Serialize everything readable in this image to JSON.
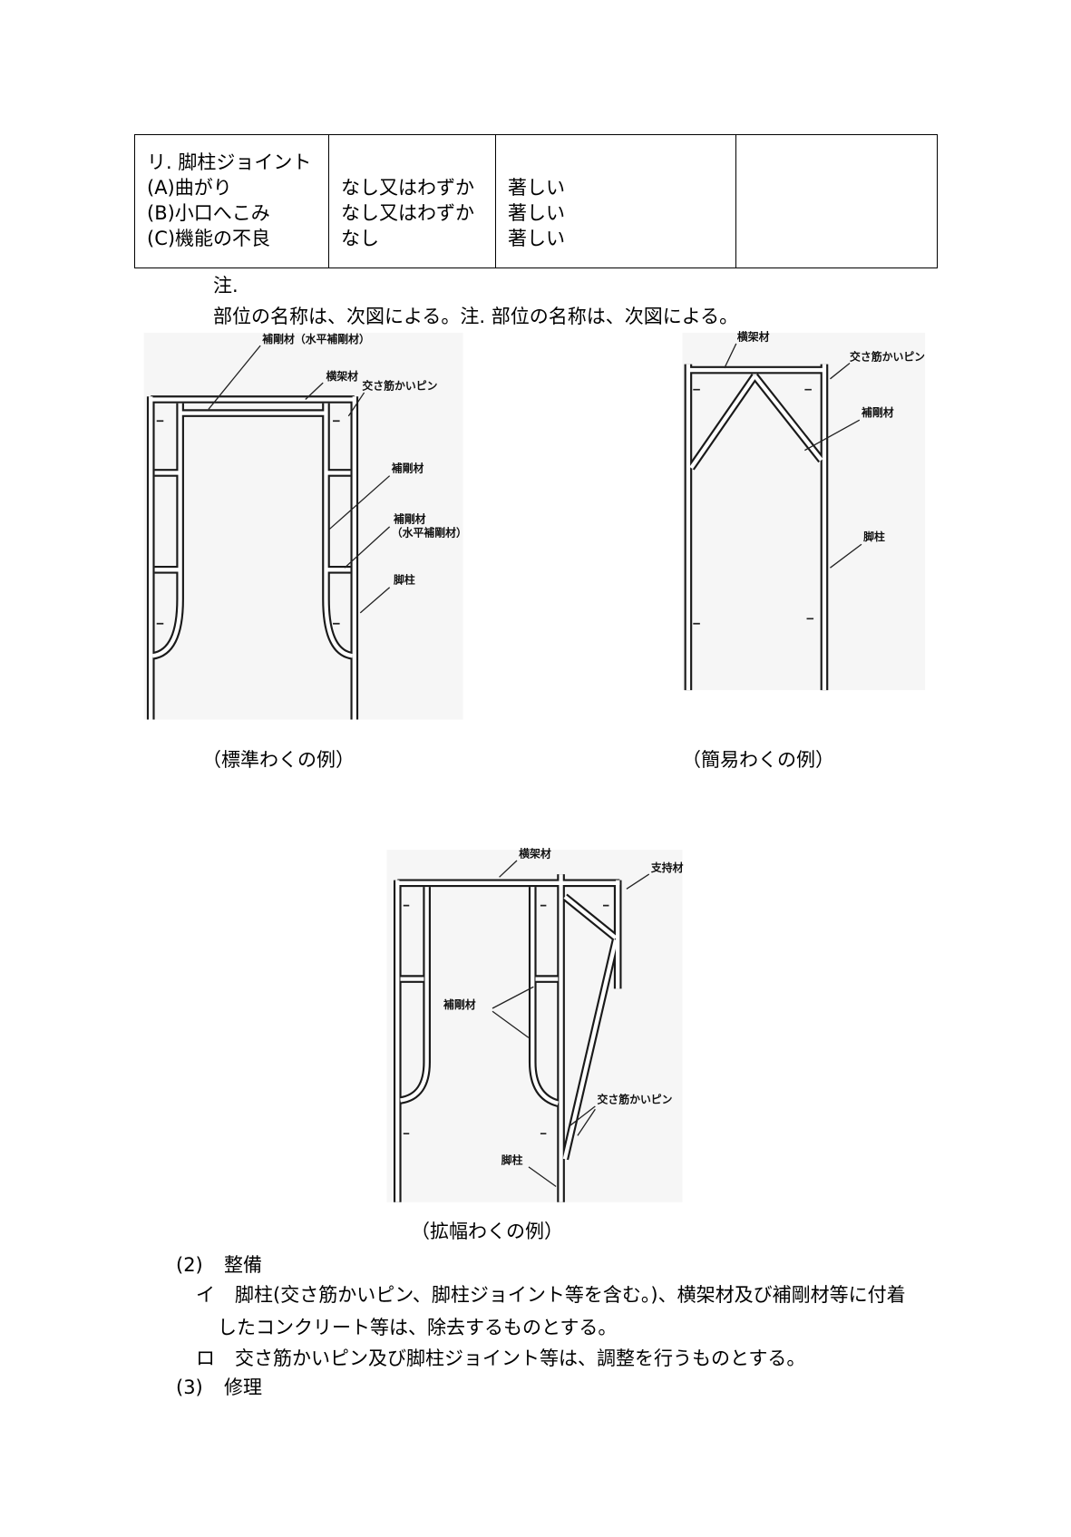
{
  "colors": {
    "text": "#000000",
    "figure_background": "#f6f6f6",
    "tube_outline": "#1a1a1a"
  },
  "table": {
    "title": "リ. 脚柱ジョイント",
    "rows": [
      {
        "item": "(A)曲がり",
        "col2": "なし又はわずか",
        "col3": "著しい"
      },
      {
        "item": "(B)小口へこみ",
        "col2": "なし又はわずか",
        "col3": "著しい"
      },
      {
        "item": "(C)機能の不良",
        "col2": "なし",
        "col3": "著しい"
      }
    ]
  },
  "note": {
    "label": "注.",
    "text": "部位の名称は、次図による。注. 部位の名称は、次図による。"
  },
  "figures": [
    {
      "caption": "（標準わくの例）",
      "labels": [
        "補剛材（水平補剛材）",
        "横架材",
        "交さ筋かいピン",
        "補剛材",
        "補剛材",
        "（水平補剛材）",
        "脚柱"
      ]
    },
    {
      "caption": "（簡易わくの例）",
      "labels": [
        "横架材",
        "交さ筋かいピン",
        "補剛材",
        "脚柱"
      ]
    },
    {
      "caption": "（拡幅わくの例）",
      "labels": [
        "横架材",
        "支持材",
        "補剛材",
        "交さ筋かいピン",
        "脚柱"
      ]
    }
  ],
  "section2": {
    "number": "(2)",
    "title": "整備",
    "items": [
      {
        "marker": "イ",
        "lines": [
          "脚柱(交さ筋かいピン、脚柱ジョイント等を含む。)、横架材及び補剛材等に付着",
          "したコンクリート等は、除去するものとする。"
        ]
      },
      {
        "marker": "ロ",
        "lines": [
          "交さ筋かいピン及び脚柱ジョイント等は、調整を行うものとする。"
        ]
      }
    ]
  },
  "section3": {
    "number": "(3)",
    "title": "修理"
  }
}
